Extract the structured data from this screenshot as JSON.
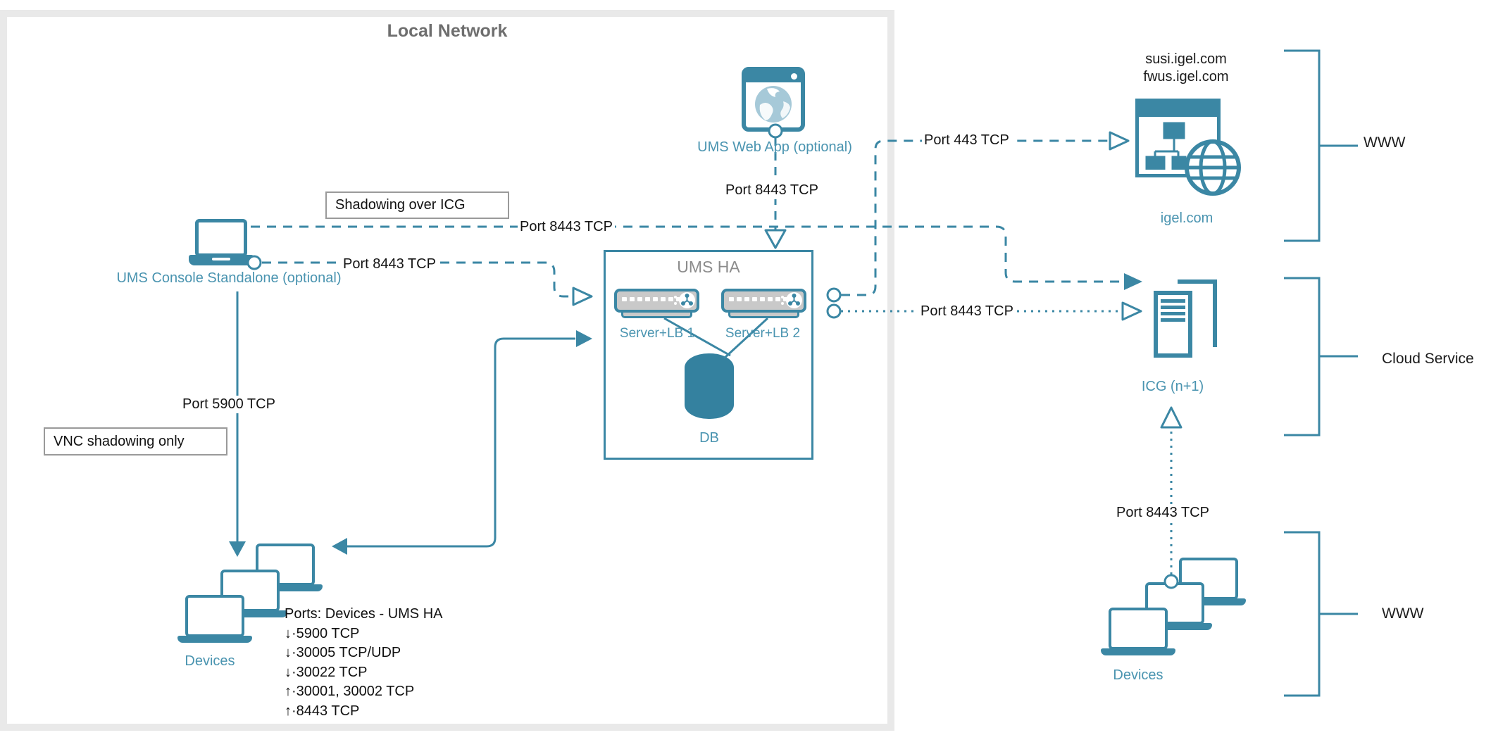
{
  "colors": {
    "teal_line": "#3b87a4",
    "teal_text": "#4a94b0",
    "db_fill": "#34819f",
    "server_fill": "#c9c9c9",
    "local_network_border": "#e9e9e9",
    "callout_border": "#9a9a9a",
    "title_gray": "#6e6e6e"
  },
  "local_network": {
    "title": "Local Network"
  },
  "console": {
    "label": "UMS Console Standalone (optional)"
  },
  "webapp": {
    "label": "UMS Web App (optional)"
  },
  "ums_ha": {
    "title": "UMS HA",
    "server1_label": "Server+LB 1",
    "server2_label": "Server+LB 2",
    "db_label": "DB"
  },
  "igel": {
    "domains": [
      "susi.igel.com",
      "fwus.igel.com"
    ],
    "label": "igel.com"
  },
  "icg": {
    "label": "ICG (n+1)"
  },
  "devices_left": {
    "label": "Devices"
  },
  "devices_right": {
    "label": "Devices"
  },
  "groups": {
    "www_top": "WWW",
    "cloud": "Cloud Service",
    "www_bottom": "WWW"
  },
  "callouts": {
    "shadowing": "Shadowing over ICG",
    "vnc": "VNC shadowing only"
  },
  "port_labels": {
    "p8443_shadow": "Port 8443 TCP",
    "p8443_console": "Port 8443 TCP",
    "p8443_webapp": "Port 8443 TCP",
    "p443": "Port 443 TCP",
    "p8443_icg": "Port 8443 TCP",
    "p5900": "Port 5900 TCP",
    "p8443_devices": "Port 8443 TCP"
  },
  "ports_info": {
    "title": "Ports: Devices - UMS HA",
    "lines": [
      "↓·5900 TCP",
      "↓·30005 TCP/UDP",
      "↓·30022 TCP",
      "↑·30001, 30002 TCP",
      "↑·8443 TCP"
    ]
  }
}
